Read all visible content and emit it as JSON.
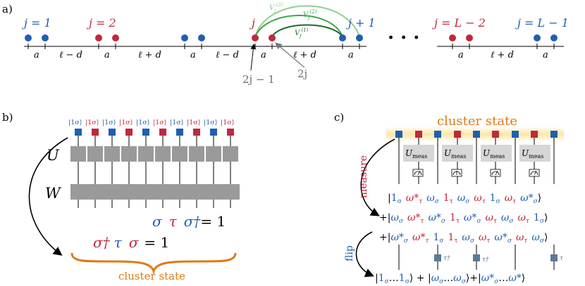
{
  "colors": {
    "red": "#c0283c",
    "blue": "#1f5fb0",
    "green_light": "#8fd08f",
    "green_mid": "#3fa64a",
    "green_dark": "#1e6b2a",
    "orange": "#e07a14",
    "gray_block": "#9a9a9a",
    "gray_text": "#707070",
    "flip_square": "#5a7a9a",
    "glow": "#fde7a6"
  },
  "panel_a": {
    "label": "a)",
    "sites": {
      "j1": "j = 1",
      "j2": "j = 2",
      "j": "j",
      "jp1": "j + 1",
      "jL2": "j = L − 2",
      "jL1": "j = L − 1"
    },
    "couplings": {
      "v1": "V_j^(1)",
      "v2": "V_j^(2)",
      "v3": "V_j^(3)"
    },
    "spacings": {
      "a": "a",
      "lmd": "ℓ − d",
      "lpd": "ℓ + d"
    },
    "dots": "· · ·",
    "pointers": {
      "odd": "2j − 1",
      "even": "2j"
    }
  },
  "panel_b": {
    "label": "b)",
    "kets": [
      "|1σ⟩",
      "|1σ⟩",
      "|1σ⟩",
      "|1σ⟩",
      "|1σ⟩",
      "|1σ⟩",
      "|1σ⟩",
      "|1σ⟩",
      "|1σ⟩",
      "|1σ⟩"
    ],
    "U": "U",
    "W": "W",
    "eq_right": "σ τ σ† = 1",
    "eq_left": "σ† τ σ = 1",
    "brace_label": "cluster state"
  },
  "panel_c": {
    "label": "c)",
    "title": "cluster state",
    "meas_label": "U_meas",
    "side_measure": "measure",
    "side_flip": "flip",
    "row1": "|1σ ω*τ ωσ 1τ ωσ ωτ 1σ ωτ ω*σ⟩",
    "row2": "+|ωσ ω*τ ω*σ 1τ ω*σ ωτ ωσ ωτ 1σ⟩",
    "row3": "+|ω*σ ω*τ 1σ 1τ ωσ ωτ ω*σ ωτ ωσ⟩",
    "tau_dag": "τ†",
    "tau": "τ",
    "bottom": "|1σ…1σ⟩ + |ωσ…ωσ⟩ + |ω*σ…ω*⟩"
  }
}
